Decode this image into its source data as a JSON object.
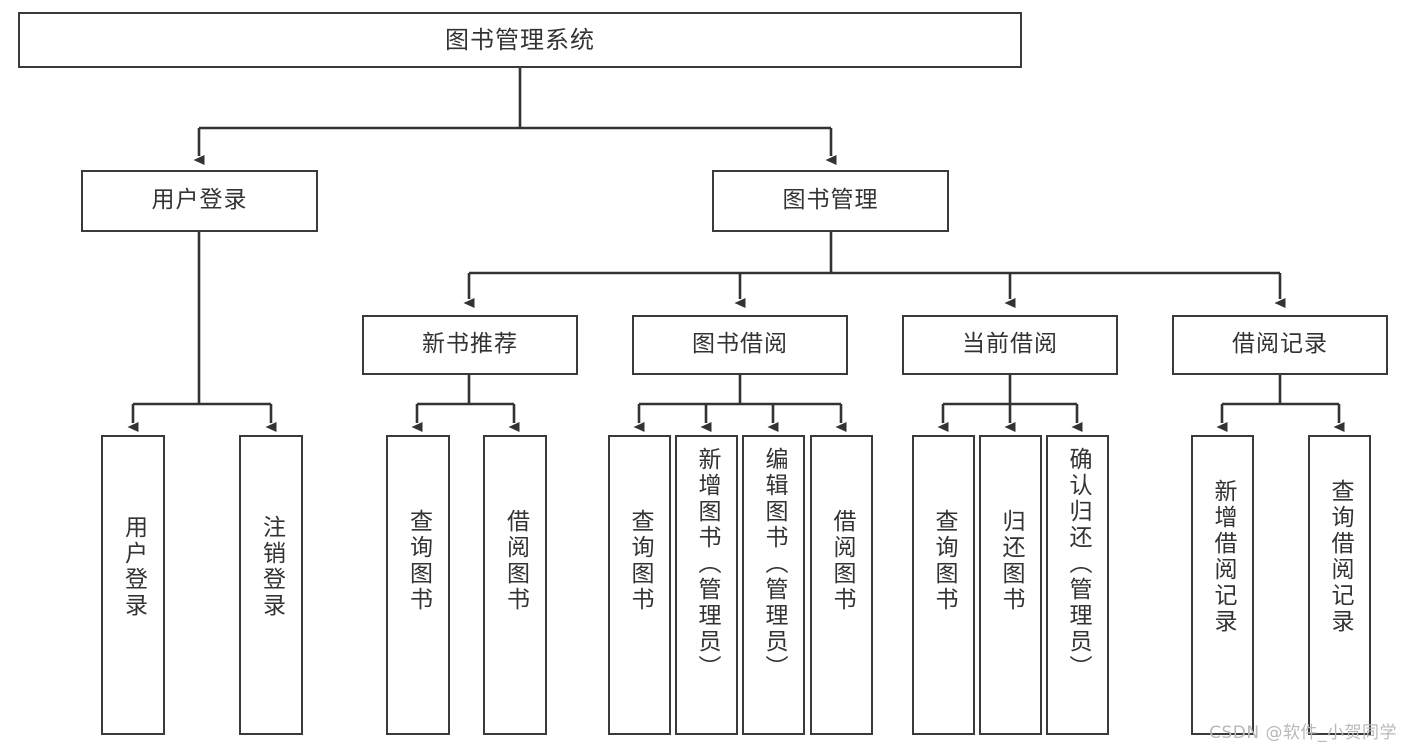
{
  "diagram": {
    "title": "图书管理系统",
    "type": "tree",
    "orientation": "top-down",
    "colors": {
      "box_border": "#3a3a3a",
      "box_fill": "#ffffff",
      "connector": "#333333",
      "text": "#333333",
      "background": "#ffffff",
      "watermark": "#b9b9b9"
    },
    "nodes": {
      "root": {
        "label": "图书管理系统"
      },
      "level2": [
        {
          "id": "user-login",
          "label": "用户登录"
        },
        {
          "id": "book-manage",
          "label": "图书管理"
        }
      ],
      "level3": [
        {
          "id": "new-book-recommend",
          "label": "新书推荐"
        },
        {
          "id": "book-borrow",
          "label": "图书借阅"
        },
        {
          "id": "current-borrow",
          "label": "当前借阅"
        },
        {
          "id": "borrow-record",
          "label": "借阅记录"
        }
      ],
      "leaves": {
        "user_login": [
          {
            "id": "leaf-user-login",
            "label": "用户登录"
          },
          {
            "id": "leaf-logout",
            "label": "注销登录"
          }
        ],
        "new_book_recommend": [
          {
            "id": "leaf-query-book-1",
            "label": "查询图书"
          },
          {
            "id": "leaf-borrow-book-1",
            "label": "借阅图书"
          }
        ],
        "book_borrow": [
          {
            "id": "leaf-query-book-2",
            "label": "查询图书"
          },
          {
            "id": "leaf-add-book",
            "label": "新增图书（管理员）"
          },
          {
            "id": "leaf-edit-book",
            "label": "编辑图书（管理员）"
          },
          {
            "id": "leaf-borrow-book-2",
            "label": "借阅图书"
          }
        ],
        "current_borrow": [
          {
            "id": "leaf-query-book-3",
            "label": "查询图书"
          },
          {
            "id": "leaf-return-book",
            "label": "归还图书"
          },
          {
            "id": "leaf-confirm-return",
            "label": "确认归还（管理员）"
          }
        ],
        "borrow_record": [
          {
            "id": "leaf-add-record",
            "label": "新增借阅记录"
          },
          {
            "id": "leaf-query-record",
            "label": "查询借阅记录"
          }
        ]
      }
    },
    "edges": [
      {
        "from": "图书管理系统",
        "to": "用户登录"
      },
      {
        "from": "图书管理系统",
        "to": "图书管理"
      },
      {
        "from": "用户登录",
        "to": "用户登录"
      },
      {
        "from": "用户登录",
        "to": "注销登录"
      },
      {
        "from": "图书管理",
        "to": "新书推荐"
      },
      {
        "from": "图书管理",
        "to": "图书借阅"
      },
      {
        "from": "图书管理",
        "to": "当前借阅"
      },
      {
        "from": "图书管理",
        "to": "借阅记录"
      },
      {
        "from": "新书推荐",
        "to": "查询图书"
      },
      {
        "from": "新书推荐",
        "to": "借阅图书"
      },
      {
        "from": "图书借阅",
        "to": "查询图书"
      },
      {
        "from": "图书借阅",
        "to": "新增图书（管理员）"
      },
      {
        "from": "图书借阅",
        "to": "编辑图书（管理员）"
      },
      {
        "from": "图书借阅",
        "to": "借阅图书"
      },
      {
        "from": "当前借阅",
        "to": "查询图书"
      },
      {
        "from": "当前借阅",
        "to": "归还图书"
      },
      {
        "from": "当前借阅",
        "to": "确认归还（管理员）"
      },
      {
        "from": "借阅记录",
        "to": "新增借阅记录"
      },
      {
        "from": "借阅记录",
        "to": "查询借阅记录"
      }
    ]
  },
  "watermark": {
    "text": "CSDN @软件_小贺同学"
  }
}
